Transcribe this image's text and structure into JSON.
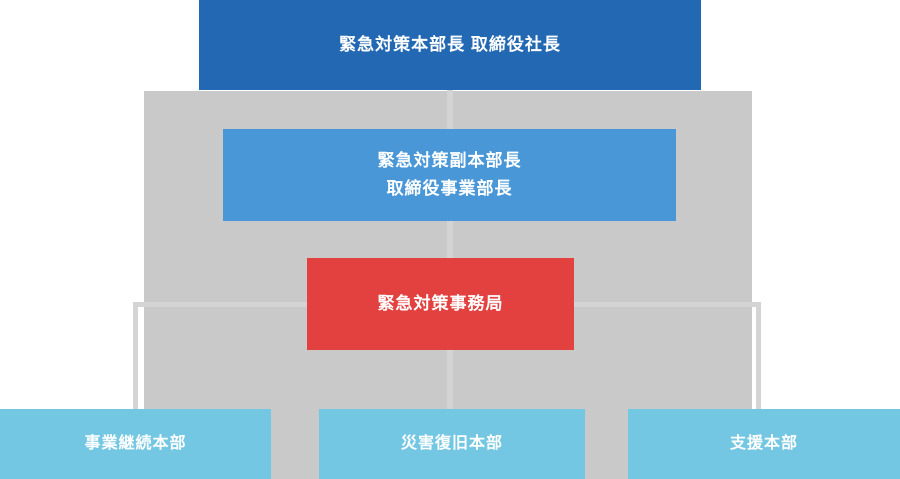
{
  "colors": {
    "head_blue": "#2368b3",
    "deputy_blue": "#4a97d8",
    "office_red": "#e34040",
    "division_light_blue": "#74c7e2",
    "panel_gray": "#c9c9c9",
    "connector_gray": "#d4d4d4",
    "text_white": "#ffffff"
  },
  "org_chart": {
    "head": {
      "label": "緊急対策本部長 取締役社長"
    },
    "deputy": {
      "label_line1": "緊急対策副本部長",
      "label_line2": "取締役事業部長"
    },
    "office": {
      "label": "緊急対策事務局"
    },
    "divisions": [
      {
        "label": "事業継続本部"
      },
      {
        "label": "災害復旧本部"
      },
      {
        "label": "支援本部"
      }
    ]
  }
}
